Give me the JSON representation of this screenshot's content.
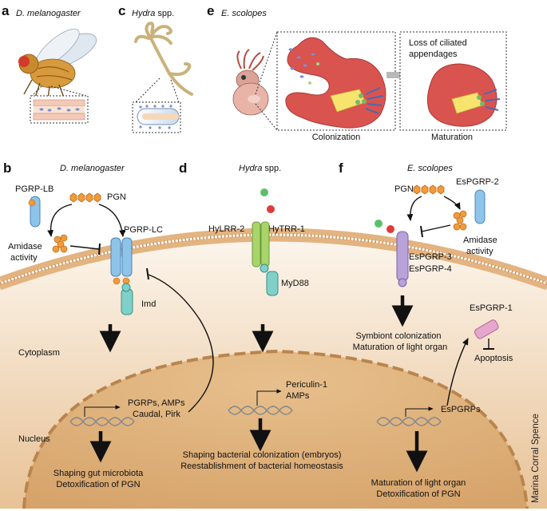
{
  "panels": {
    "a": {
      "letter": "a",
      "species": "D. melanogaster"
    },
    "c": {
      "letter": "c",
      "species_genus": "Hydra",
      "species_suffix": "spp."
    },
    "e": {
      "letter": "e",
      "species": "E. scolopes",
      "stage1": "Colonization",
      "stage2": "Maturation",
      "loss_line1": "Loss of ciliated",
      "loss_line2": "appendages"
    },
    "b": {
      "letter": "b",
      "species": "D. melanogaster",
      "pgrp_lb": "PGRP-LB",
      "pgn": "PGN",
      "pgrp_lc": "PGRP-LC",
      "amidase1": "Amidase",
      "amidase2": "activity",
      "imd": "Imd",
      "cytoplasm": "Cytoplasm",
      "nucleus": "Nucleus",
      "genes1": "PGRPs, AMPs",
      "genes2": "Caudal, Pirk",
      "out1": "Shaping gut microbiota",
      "out2": "Detoxification of PGN"
    },
    "d": {
      "letter": "d",
      "species_genus": "Hydra",
      "species_suffix": "spp.",
      "hylrr": "HyLRR-2",
      "hytrr": "HyTRR-1",
      "myd88": "MyD88",
      "genes1": "Periculin-1",
      "genes2": "AMPs",
      "out1": "Shaping bacterial colonization (embryos)",
      "out2": "Reestablishment of bacterial homeostasis"
    },
    "f": {
      "letter": "f",
      "species": "E. scolopes",
      "pgn": "PGN",
      "espgrp2": "EsPGRP-2",
      "amidase1": "Amidase",
      "amidase2": "activity",
      "espgrp3": "EsPGRP-3",
      "espgrp4": "EsPGRP-4",
      "symb1": "Symbiont colonization",
      "symb2": "Maturation of light organ",
      "espgrp1": "EsPGRP-1",
      "apoptosis": "Apoptosis",
      "espgrps": "EsPGRPs",
      "out1": "Maturation of light organ",
      "out2": "Detoxification of PGN"
    }
  },
  "credit": "Marina Corral Spence",
  "colors": {
    "cell_top": "#fbf3e8",
    "cell_bottom": "#eac59a",
    "nucleus": "#dcae78",
    "membrane": "#e8b98a",
    "receptor_blue": "#8fc4ea",
    "receptor_green": "#a9d46a",
    "receptor_teal": "#7fd0c8",
    "receptor_purple": "#b9a2d9",
    "receptor_pink": "#e6a7cf",
    "pgn_orange": "#f39a3a",
    "squid_red": "#d9534f",
    "dna_grey": "#9aa0a6"
  }
}
